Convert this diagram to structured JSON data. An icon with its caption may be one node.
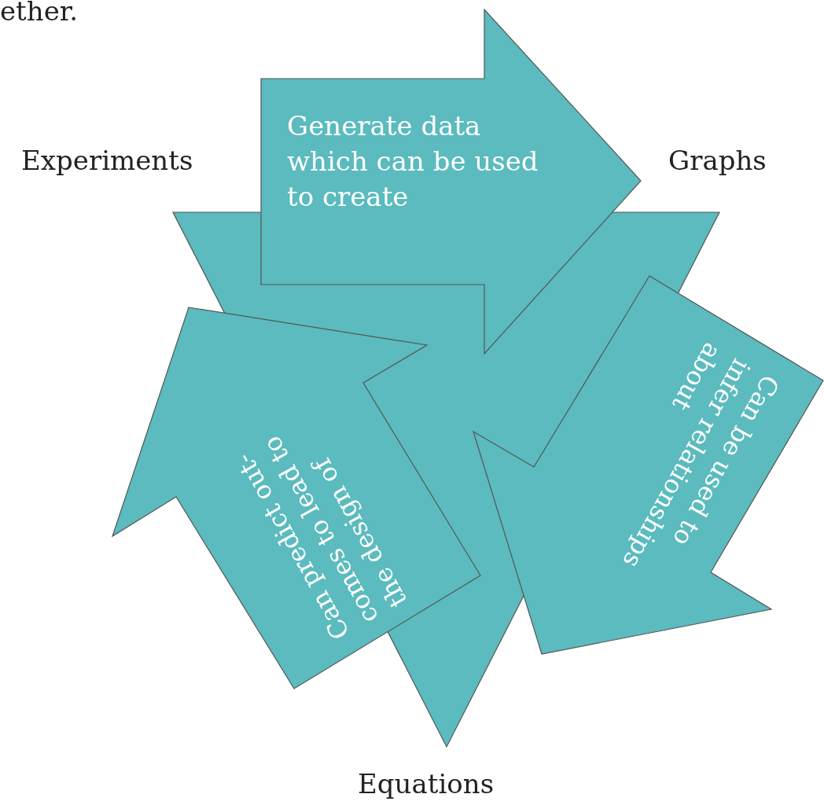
{
  "diagram": {
    "nodes": [
      {
        "text": [
          "Experiments"
        ]
      },
      {
        "text": [
          "Generate data which can be used to create"
        ]
      },
      {
        "text": [
          "Graphs"
        ]
      },
      {
        "text": [
          "Can be used to infer relationships about"
        ]
      },
      {
        "text": [
          "Can predict out- comes to lead to the design of"
        ]
      },
      {
        "text": [
          "Equations"
        ]
      }
    ],
    "labels": [
      "ether."
    ]
  }
}
